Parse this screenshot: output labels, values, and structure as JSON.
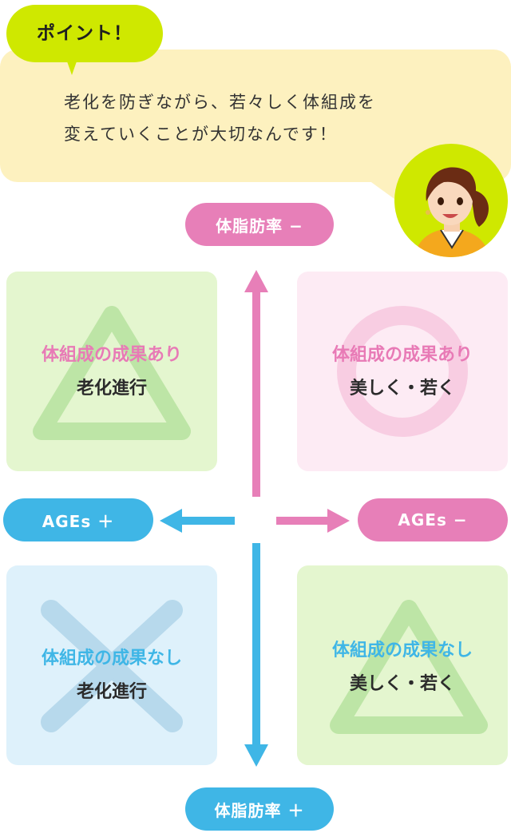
{
  "header": {
    "point_label": "ポイント！",
    "message_line1": "老化を防ぎながら、若々しく体組成を",
    "message_line2": "変えていくことが大切なんです！"
  },
  "axes": {
    "top": "体脂肪率 −",
    "bottom": "体脂肪率 ＋",
    "left": "AGEs ＋",
    "right": "AGEs −"
  },
  "quadrants": {
    "top_left": {
      "line1": "体組成の成果あり",
      "line2": "老化進行",
      "mark": "triangle"
    },
    "top_right": {
      "line1": "体組成の成果あり",
      "line2": "美しく・若く",
      "mark": "circle"
    },
    "bottom_left": {
      "line1": "体組成の成果なし",
      "line2": "老化進行",
      "mark": "cross"
    },
    "bottom_right": {
      "line1": "体組成の成果なし",
      "line2": "美しく・若く",
      "mark": "triangle"
    }
  },
  "colors": {
    "pink": "#e77fb8",
    "blue": "#3fb6e6",
    "lime": "#cfe800",
    "cream": "#fdf1bf"
  }
}
